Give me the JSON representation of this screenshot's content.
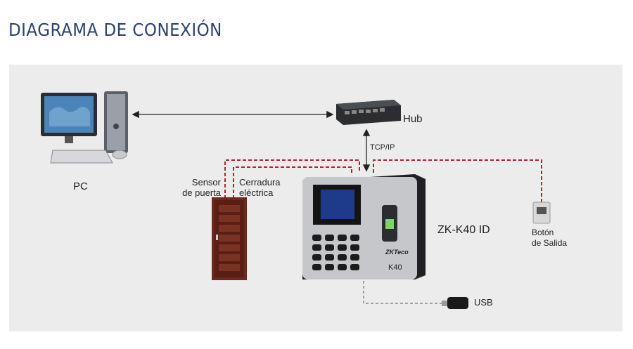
{
  "title": "DIAGRAMA DE CONEXIÓN",
  "labels": {
    "pc": "PC",
    "hub": "Hub",
    "tcpip": "TCP/IP",
    "sensor": "Sensor\nde puerta",
    "lock": "Cerradura\neléctrica",
    "device": "ZK-K40 ID",
    "exit_button": "Botón\nde Salida",
    "usb": "USB",
    "device_brand": "ZKTeco",
    "device_model": "K40"
  },
  "colors": {
    "title": "#2b4372",
    "wiring": "#b0222a",
    "usb_line": "#888888",
    "panel": "#ececec"
  }
}
